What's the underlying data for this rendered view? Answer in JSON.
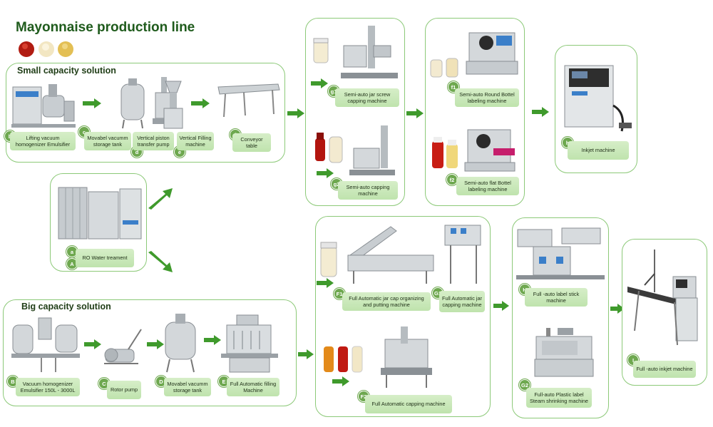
{
  "title": "Mayonnaise production line",
  "colors": {
    "panel_border": "#8cc978",
    "label_fill": "#c6e6b4",
    "badge": "#6ea84f",
    "arrow": "#3f9a2c",
    "title": "#1f5b1c"
  },
  "sauce_icons": [
    "ketchup-icon",
    "mayonnaise-icon",
    "mustard-icon"
  ],
  "small": {
    "title": "Small capacity solution",
    "items": [
      {
        "badge": "b",
        "label": "Lifting  vacuum homogenizer Emulsifier"
      },
      {
        "badge": "c",
        "label": "Movabel vacumm storage tank"
      },
      {
        "badge": "d",
        "label": "Vertical piston transfer pump"
      },
      {
        "badge": "e",
        "label": "Vertical Filling machine"
      },
      {
        "badge": "f",
        "label": "Conveyor table"
      }
    ]
  },
  "water": {
    "badges": [
      "a",
      "A"
    ],
    "label": "RO Water treament"
  },
  "big": {
    "title": "Big capacity solution",
    "items": [
      {
        "badge": "B",
        "label": "Vacuum homogenizer Emulsifier  150L - 3000L"
      },
      {
        "badge": "C",
        "label": "Rotor pump"
      },
      {
        "badge": "D",
        "label": "Movabel vacumm storage tank"
      },
      {
        "badge": "E",
        "label": "Full Automatic  filling Machine"
      }
    ]
  },
  "semi_capping": {
    "g1": {
      "badge": "g1",
      "label": "Semi-auto jar screw capping machine"
    },
    "g2": {
      "badge": "g2",
      "label": "Semi-auto capping machine"
    }
  },
  "semi_labeling": {
    "f1": {
      "badge": "f1",
      "label": "Semi-auto Round Bottel labeling machine"
    },
    "f2": {
      "badge": "f2",
      "label": "Semi-auto flat Bottel labeling machine"
    }
  },
  "inkjet": {
    "badge": "h",
    "label": "Inkjet machine"
  },
  "full_capping": {
    "F1": {
      "badge": "F1",
      "label": "Full Automatic jar cap organizing and putting machine"
    },
    "G1": {
      "badge": "G1",
      "label": "Full Automatic jar capping machine"
    },
    "F2": {
      "badge": "F2",
      "label": "Full Automatic capping machine"
    }
  },
  "full_labeling": {
    "H": {
      "badge": "H",
      "label": "Full -auto label stick machine"
    },
    "G2": {
      "badge": "G2",
      "label": "Full-auto Plastic label Steam shrinking machine"
    }
  },
  "full_inkjet": {
    "badge": "I",
    "label": "Full -auto inkjet machine"
  }
}
